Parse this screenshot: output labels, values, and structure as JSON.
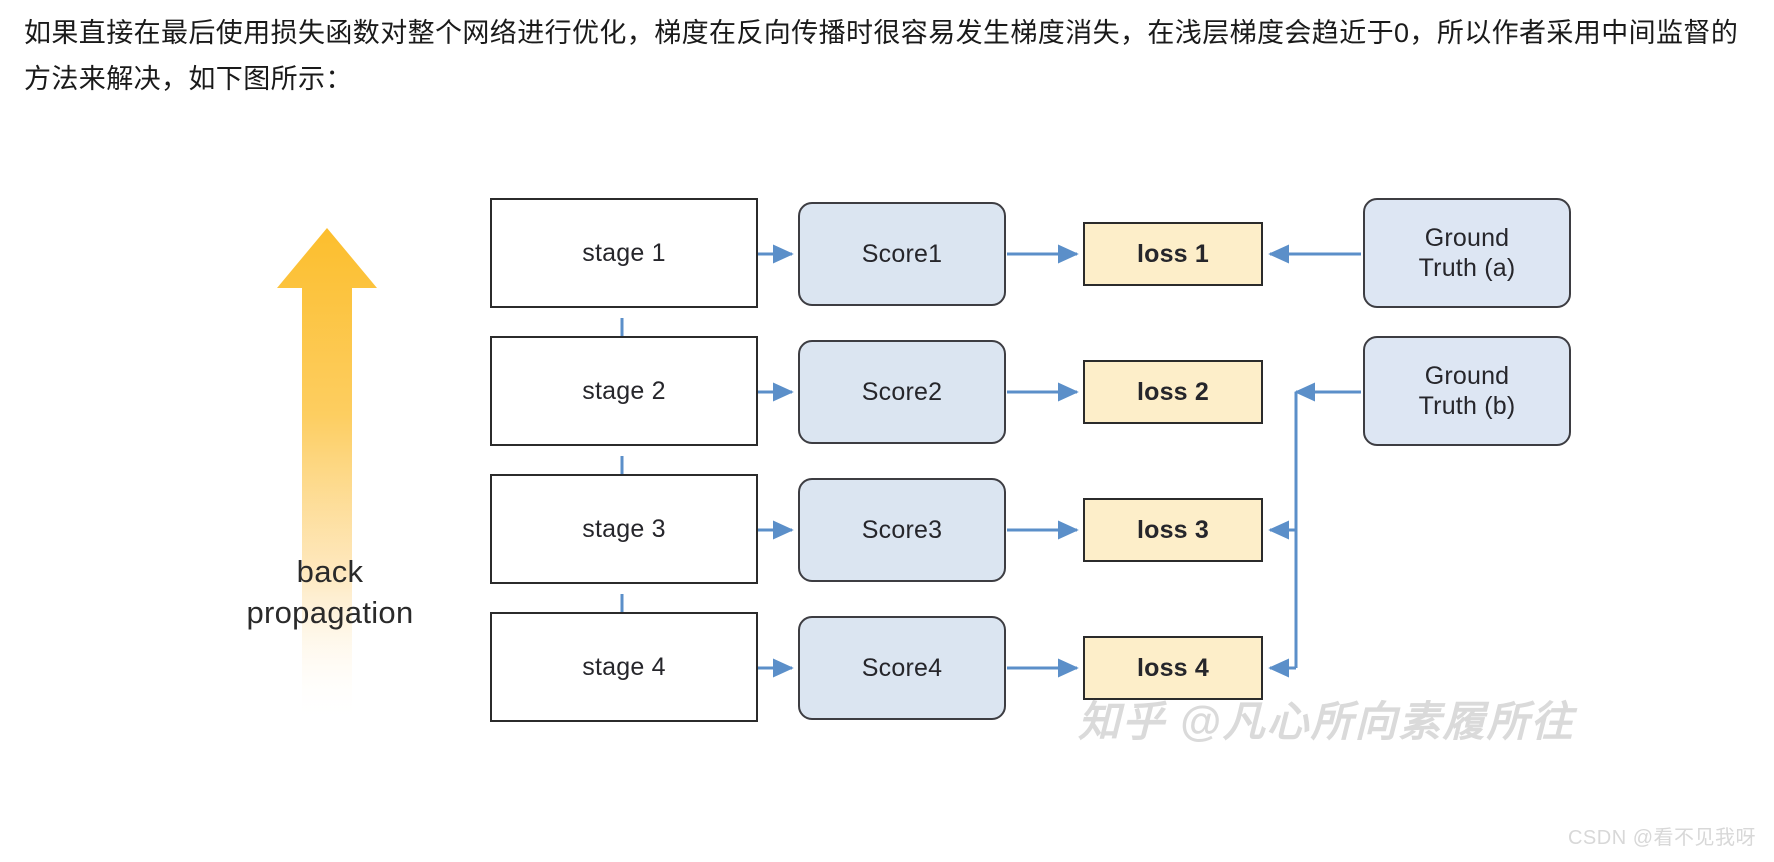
{
  "article": {
    "paragraph": "如果直接在最后使用损失函数对整个网络进行优化，梯度在反向传播时很容易发生梯度消失，在浅层梯度会趋近于0，所以作者采用中间监督的方法来解决，如下图所示："
  },
  "figure": {
    "back_propagation_label": "back\npropagation",
    "back_propagation_line1": "back",
    "back_propagation_line2": "propagation",
    "colors": {
      "arrow_orange_top": "#fcbe2d",
      "arrow_orange_bottom": "#ffffff",
      "stage_fill": "#ffffff",
      "stage_border": "#2b2b2b",
      "score_fill": "#dbe5f1",
      "score_border": "#3d3d42",
      "loss_fill": "#fdeec9",
      "loss_border": "#2b2b2b",
      "ground_truth_fill": "#dde6f3",
      "ground_truth_border": "#3d3d42",
      "connector_blue": "#5b8fc9",
      "watermark_gray": "#dadada"
    },
    "stages": [
      {
        "label": "stage 1"
      },
      {
        "label": "stage 2"
      },
      {
        "label": "stage 3"
      },
      {
        "label": "stage 4"
      }
    ],
    "scores": [
      {
        "label": "Score1"
      },
      {
        "label": "Score2"
      },
      {
        "label": "Score3"
      },
      {
        "label": "Score4"
      }
    ],
    "losses": [
      {
        "label": "loss 1"
      },
      {
        "label": "loss 2"
      },
      {
        "label": "loss 3"
      },
      {
        "label": "loss 4"
      }
    ],
    "ground_truths": [
      {
        "line1": "Ground",
        "line2": "Truth (a)"
      },
      {
        "line1": "Ground",
        "line2": "Truth (b)"
      }
    ]
  },
  "watermarks": {
    "zhihu": "知乎 @凡心所向素履所往",
    "csdn": "CSDN @看不见我呀"
  }
}
